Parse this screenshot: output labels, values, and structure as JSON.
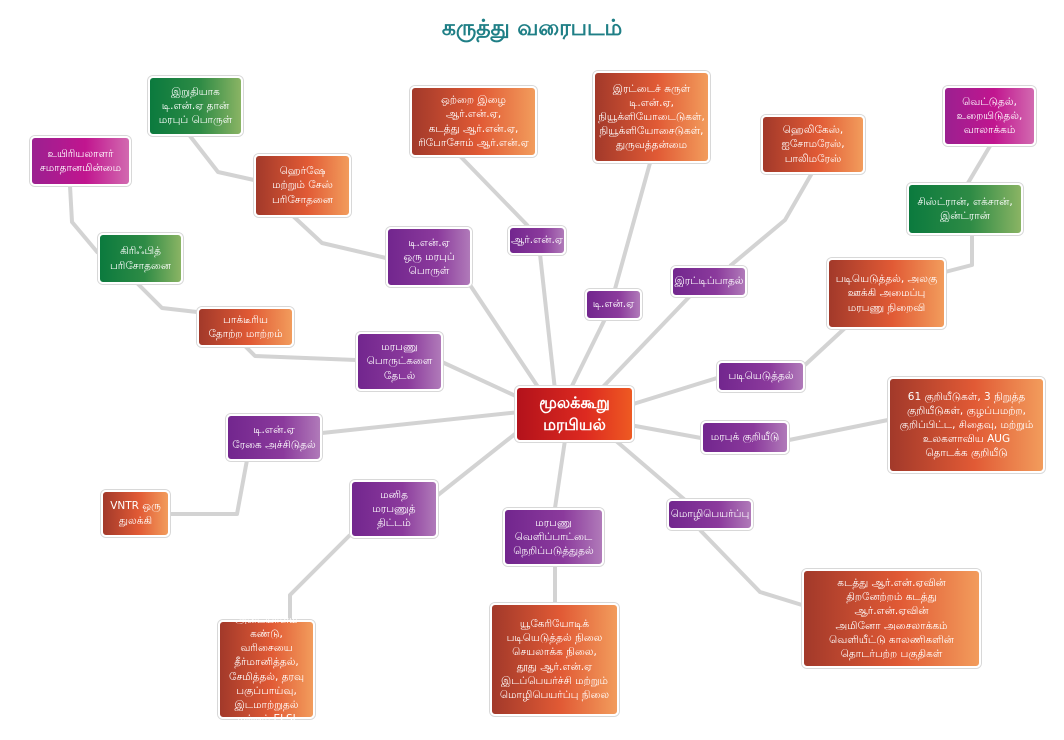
{
  "title": "கருத்து வரைபடம்",
  "colors": {
    "purple": "#7b2d93",
    "orange": "#e15a35",
    "green": "#0b7a3e",
    "magenta": "#c1158f",
    "center": "#d42a1e",
    "title": "#1f7f86",
    "edge": "#d3d3d3"
  },
  "nodes": {
    "center": "மூலக்கூறு\nமரபியல்",
    "dna_genetic_material": "டி.என்.ஏ\nஒரு மரபுப்\nபொருள்",
    "rna": "ஆர்.என்.ஏ",
    "dna": "டி.என்.ஏ",
    "replication": "இரட்டிப்பாதல்",
    "transcription": "படியெடுத்தல்",
    "genetic_code": "மரபுக் குறியீடு",
    "translation": "மொழிபெயர்ப்பு",
    "gene_regulation": "மரபணு\nவெளிப்பாட்டை\nநெறிப்படுத்துதல்",
    "human_genome": "மனித\nமரபணுத்\nதிட்டம்",
    "dna_fingerprinting": "டி.என்.ஏ\nரேகை அச்சிடுதல்",
    "search_genetic_material": "மரபணு\nபொருட்களை\nதேடல்",
    "finally_dna": "இறுதியாக\nடி.என்.ஏ தான்\nமரபுப் பொருள்",
    "biologist_unrest": "உயிரியலாளர்\nசமாதானமின்மை",
    "hershey_chase": "ஹெர்ஷே\nமற்றும் சேஸ்\nபரிசோதனை",
    "griffith": "கிரிஃபித்\nபரிசோதனை",
    "bacterial_transformation": "பாக்டீரிய\nதோற்ற மாற்றம்",
    "rna_types": "ஒற்றை இழை\nஆர்.என்.ஏ,\nகடத்து ஆர்.என்.ஏ,\nரிபோசோம் ஆர்.என்.ஏ",
    "dna_features": "இரட்டைச் சுருள்\nடி.என்.ஏ,\nநியூக்ளியோடைடுகள்,\nநியூக்ளியோசைடுகள்,\nதுருவத்தன்மை",
    "enzymes": "ஹெலிகேஸ்,\nஐசோமரேஸ்,\nபாலிமரேஸ்",
    "splicing": "வெட்டுதல்,\nஉறையிடுதல்,\nவாலாக்கம்",
    "cistron": "சிஸ்ட்ரான், எக்சான்,\nஇன்ட்ரான்",
    "transcription_unit": "படியெடுத்தல், அலகு\nஊக்கி அமைப்பு\nமரபணு நிறைவி",
    "codons": "61 குறியீடுகள், 3 நிறுத்த\nகுறியீடுகள், குழப்பமற்ற,\nகுறிப்பிட்ட, சிதைவு, மற்றும்\nஉலகளாவிய AUG\nதொடக்க குறியீடு",
    "vntr": "VNTR ஒரு\nதுலக்கி",
    "hgp_goals": "அடையாளம் கண்டு,\nவரிசையை தீர்மானித்தல்,\nசேமித்தல், தரவு\nபகுப்பாய்வு, இடமாற்றுதல்\nமற்றும் ELSI",
    "eukaryotic_levels": "யூகேரியோடிக்\nபடியெடுத்தல் நிலை\nசெயலாக்க நிலை,\nதூது ஆர்.என்.ஏ\nஇடப்பெயர்ச்சி மற்றும்\nமொழிபெயர்ப்பு நிலை",
    "trna_parts": "கடத்து ஆர்.என்.ஏவின்\nதிறனேற்றம் கடத்து ஆர்.என்.ஏவின்\nஅமினோ அசைலாக்கம்\nவெளியீட்டு காலணிகளின்\nதொடர்பற்ற பகுதிகள்"
  }
}
